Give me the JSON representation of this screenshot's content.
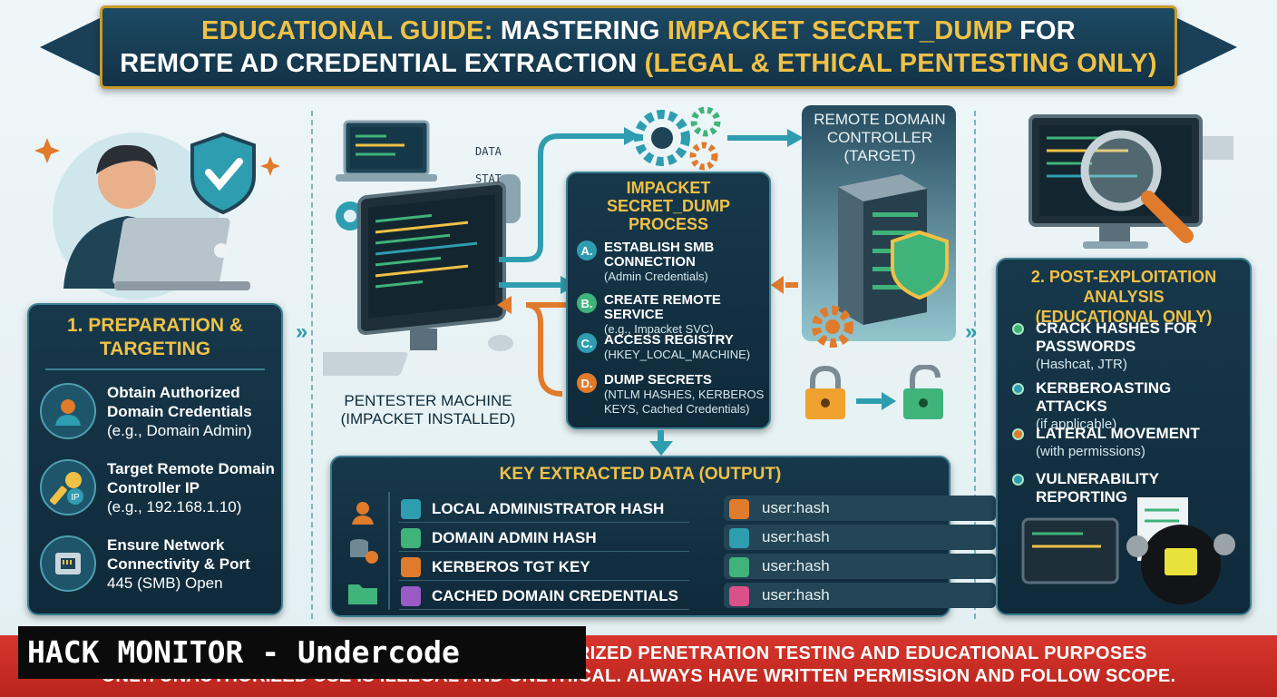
{
  "title": {
    "line1_prefix": "EDUCATIONAL GUIDE: ",
    "line1_mid": "MASTERING ",
    "line1_hl": "IMPACKET SECRET_DUMP",
    "line1_end": " FOR",
    "line2_main": "REMOTE AD CREDENTIAL EXTRACTION ",
    "line2_hl": "(LEGAL & ETHICAL PENTESTING ONLY)"
  },
  "preparation": {
    "title": "1. PREPARATION &\nTARGETING",
    "steps": [
      {
        "icon": "user-icon",
        "bold": "Obtain Authorized Domain Credentials",
        "note": "(e.g., Domain Admin)"
      },
      {
        "icon": "key-ip-icon",
        "bold": "Target Remote Domain Controller IP",
        "note": "(e.g., 192.168.1.10)"
      },
      {
        "icon": "ethernet-port-icon",
        "bold": "Ensure Network Connectivity & Port",
        "note": "445 (SMB) Open"
      }
    ]
  },
  "machine": {
    "label_line1": "PENTESTER MACHINE",
    "label_line2": "(IMPACKET INSTALLED)",
    "data_labels": [
      "DATA",
      "STAT"
    ]
  },
  "process": {
    "title": "IMPACKET\nSECRET_DUMP\nPROCESS",
    "items": [
      {
        "letter": "A.",
        "bold": "ESTABLISH SMB CONNECTION",
        "note": "(Admin Credentials)",
        "color": "#2f9db0"
      },
      {
        "letter": "B.",
        "bold": "CREATE REMOTE SERVICE",
        "note": "(e.g., Impacket SVC)",
        "color": "#3fb37a"
      },
      {
        "letter": "C.",
        "bold": "ACCESS REGISTRY",
        "note": "(HKEY_LOCAL_MACHINE)",
        "color": "#2f9db0"
      },
      {
        "letter": "D.",
        "bold": "DUMP SECRETS",
        "note": "(NTLM HASHES, KERBEROS KEYS, Cached Credentials)",
        "color": "#e07b2c"
      }
    ]
  },
  "domain_controller": {
    "label": "REMOTE DOMAIN\nCONTROLLER\n(TARGET)"
  },
  "output": {
    "title": "KEY EXTRACTED DATA (OUTPUT)",
    "rows": [
      {
        "label": "LOCAL ADMINISTRATOR HASH",
        "value": "user:hash",
        "icon_color": "#2f9db0",
        "val_icon_color": "#e07b2c"
      },
      {
        "label": "DOMAIN ADMIN HASH",
        "value": "user:hash",
        "icon_color": "#3fb37a",
        "val_icon_color": "#2f9db0"
      },
      {
        "label": "KERBEROS TGT KEY",
        "value": "user:hash",
        "icon_color": "#e07b2c",
        "val_icon_color": "#3fb37a"
      },
      {
        "label": "CACHED DOMAIN CREDENTIALS",
        "value": "user:hash",
        "icon_color": "#9a5bc7",
        "val_icon_color": "#d9508a"
      }
    ]
  },
  "analysis": {
    "title": "2. POST-EXPLOITATION ANALYSIS\n(EDUCATIONAL ONLY)",
    "items": [
      {
        "bold": "CRACK HASHES FOR PASSWORDS",
        "note": "(Hashcat, JTR)",
        "color": "#3fb37a"
      },
      {
        "bold": "KERBEROASTING ATTACKS",
        "note": "(if applicable)",
        "color": "#2f9db0"
      },
      {
        "bold": "LATERAL MOVEMENT",
        "note": "(with permissions)",
        "color": "#e07b2c"
      },
      {
        "bold": "VULNERABILITY REPORTING",
        "note": "",
        "color": "#2f9db0"
      }
    ]
  },
  "footer": {
    "line1": "AUTHORIZED PENETRATION TESTING AND EDUCATIONAL PURPOSES",
    "line2": "ONLY. UNAUTHORIZED USE IS ILLEGAL AND UNETHICAL. ALWAYS HAVE WRITTEN PERMISSION AND FOLLOW SCOPE.",
    "watermark": "HACK MONITOR - Undercode"
  },
  "colors": {
    "accent_gold": "#f0c146",
    "panel": "#17384b",
    "teal": "#2f9db0",
    "green": "#3fb37a",
    "orange": "#e07b2c",
    "footer_red": "#c92c24"
  }
}
